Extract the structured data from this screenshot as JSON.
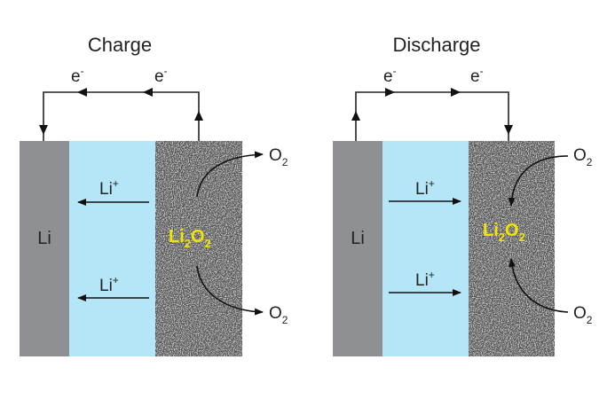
{
  "colors": {
    "lithium_anode": "#8e9094",
    "electrolyte": "#b5e6f7",
    "cathode_base": "#4a4a4a",
    "product_text": "#f2e600",
    "lines": "#222222"
  },
  "panels": [
    {
      "title": "Charge",
      "electron_label": "e",
      "electron_charge": "-",
      "anode_label": "Li",
      "ion_label": "Li",
      "ion_charge": "+",
      "product": {
        "a": "Li",
        "a_sub": "2",
        "b": "O",
        "b_sub": "2"
      },
      "gas": {
        "base": "O",
        "sub": "2"
      },
      "ion_direction": "toward-anode",
      "gas_direction": "released"
    },
    {
      "title": "Discharge",
      "electron_label": "e",
      "electron_charge": "-",
      "anode_label": "Li",
      "ion_label": "Li",
      "ion_charge": "+",
      "product": {
        "a": "Li",
        "a_sub": "2",
        "b": "O",
        "b_sub": "2"
      },
      "gas": {
        "base": "O",
        "sub": "2"
      },
      "ion_direction": "toward-cathode",
      "gas_direction": "consumed"
    }
  ]
}
